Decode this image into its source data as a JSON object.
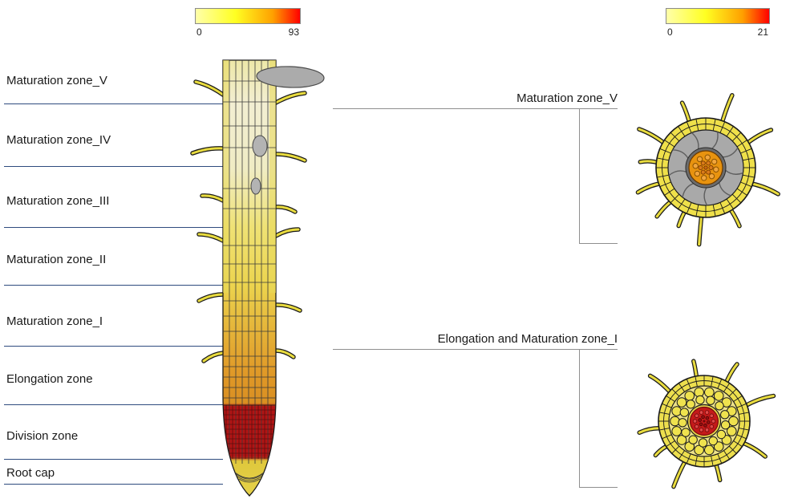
{
  "colorbars": {
    "left": {
      "min": "0",
      "max": "93"
    },
    "right": {
      "min": "0",
      "max": "21"
    }
  },
  "colors": {
    "heat_min": "#FFFFAA",
    "heat_mid": "#FFA000",
    "heat_max": "#FF0000",
    "division_zone_red": "#B21414",
    "maturation_yellow": "#EFE04A",
    "cortex_gray": "#A9A9A9",
    "stele_orange": "#E8930F",
    "stele_red": "#C41A1A",
    "divider_navy": "#2E4B7E"
  },
  "zones": [
    {
      "label": "Maturation zone_V"
    },
    {
      "label": "Maturation zone_IV"
    },
    {
      "label": "Maturation zone_III"
    },
    {
      "label": "Maturation zone_II"
    },
    {
      "label": "Maturation zone_I"
    },
    {
      "label": "Elongation zone"
    },
    {
      "label": "Division zone"
    },
    {
      "label": "Root cap"
    }
  ],
  "sections": [
    {
      "label": "Maturation zone_V"
    },
    {
      "label": "Elongation and Maturation zone_I"
    }
  ]
}
